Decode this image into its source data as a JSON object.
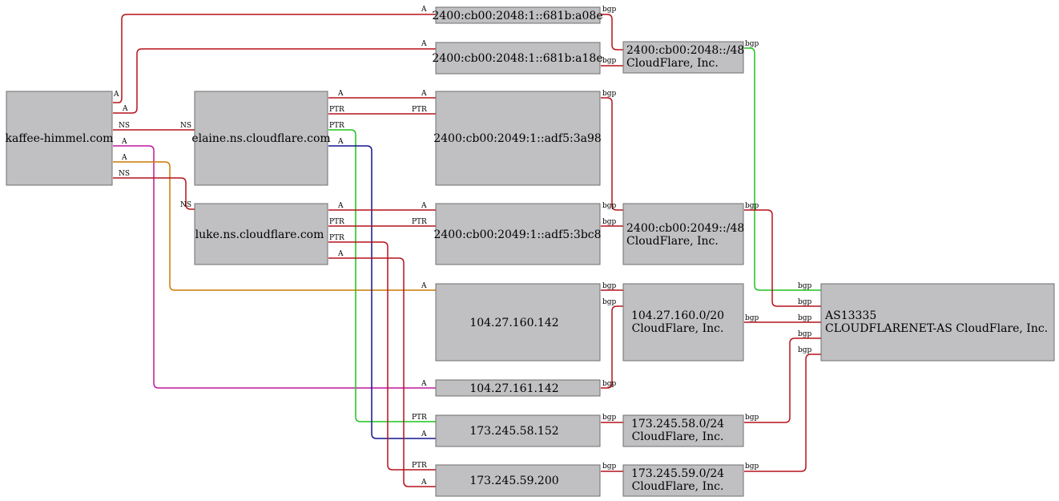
{
  "colors": {
    "red": "#b5121b",
    "orange": "#cc7a00",
    "magenta": "#c0169b",
    "green": "#1ec31e",
    "blue": "#13138f"
  },
  "nodes": {
    "kaffee": [
      "kaffee-himmel.com"
    ],
    "elaine": [
      "elaine.ns.cloudflare.com"
    ],
    "luke": [
      "luke.ns.cloudflare.com"
    ],
    "ip6_a08e": [
      "2400:cb00:2048:1::681b:a08e"
    ],
    "ip6_a18e": [
      "2400:cb00:2048:1::681b:a18e"
    ],
    "ip6_3a98": [
      "2400:cb00:2049:1::adf5:3a98"
    ],
    "ip6_3bc8": [
      "2400:cb00:2049:1::adf5:3bc8"
    ],
    "ip4_160": [
      "104.27.160.142"
    ],
    "ip4_161": [
      "104.27.161.142"
    ],
    "ip4_58": [
      "173.245.58.152"
    ],
    "ip4_59": [
      "173.245.59.200"
    ],
    "pfx_2048": [
      "2400:cb00:2048::/48",
      "CloudFlare, Inc."
    ],
    "pfx_2049": [
      "2400:cb00:2049::/48",
      "CloudFlare, Inc."
    ],
    "pfx_104": [
      "104.27.160.0/20",
      "CloudFlare, Inc."
    ],
    "pfx_58": [
      "173.245.58.0/24",
      "CloudFlare, Inc."
    ],
    "pfx_59": [
      "173.245.59.0/24",
      "CloudFlare, Inc."
    ],
    "asn": [
      "AS13335",
      "CLOUDFLARENET-AS CloudFlare, Inc."
    ]
  },
  "edge_labels": {
    "a": "A",
    "ns": "NS",
    "ptr": "PTR",
    "bgp": "bgp"
  }
}
